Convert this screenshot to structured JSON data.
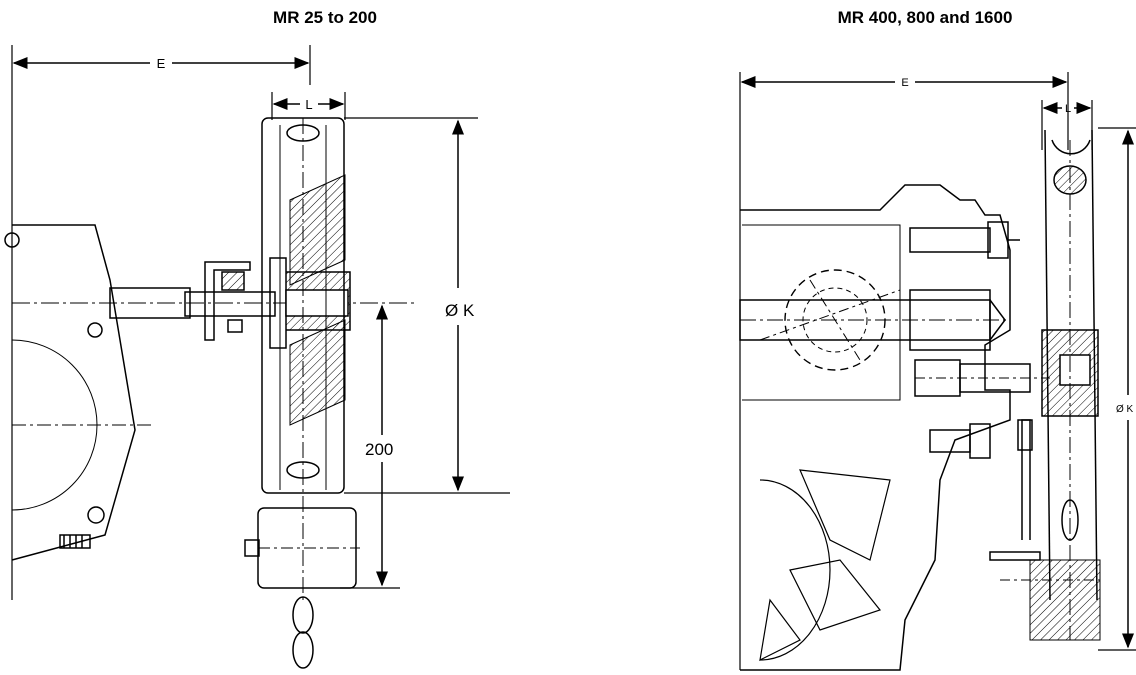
{
  "left_drawing": {
    "title": "MR 25 to 200",
    "dim_E": "E",
    "dim_L": "L",
    "dim_K": "Ø K",
    "dim_200": "200"
  },
  "right_drawing": {
    "title": "MR 400, 800 and 1600",
    "dim_E": "E",
    "dim_L": "L",
    "dim_K": "Ø K"
  },
  "colors": {
    "line": "#000000",
    "background": "#ffffff"
  }
}
